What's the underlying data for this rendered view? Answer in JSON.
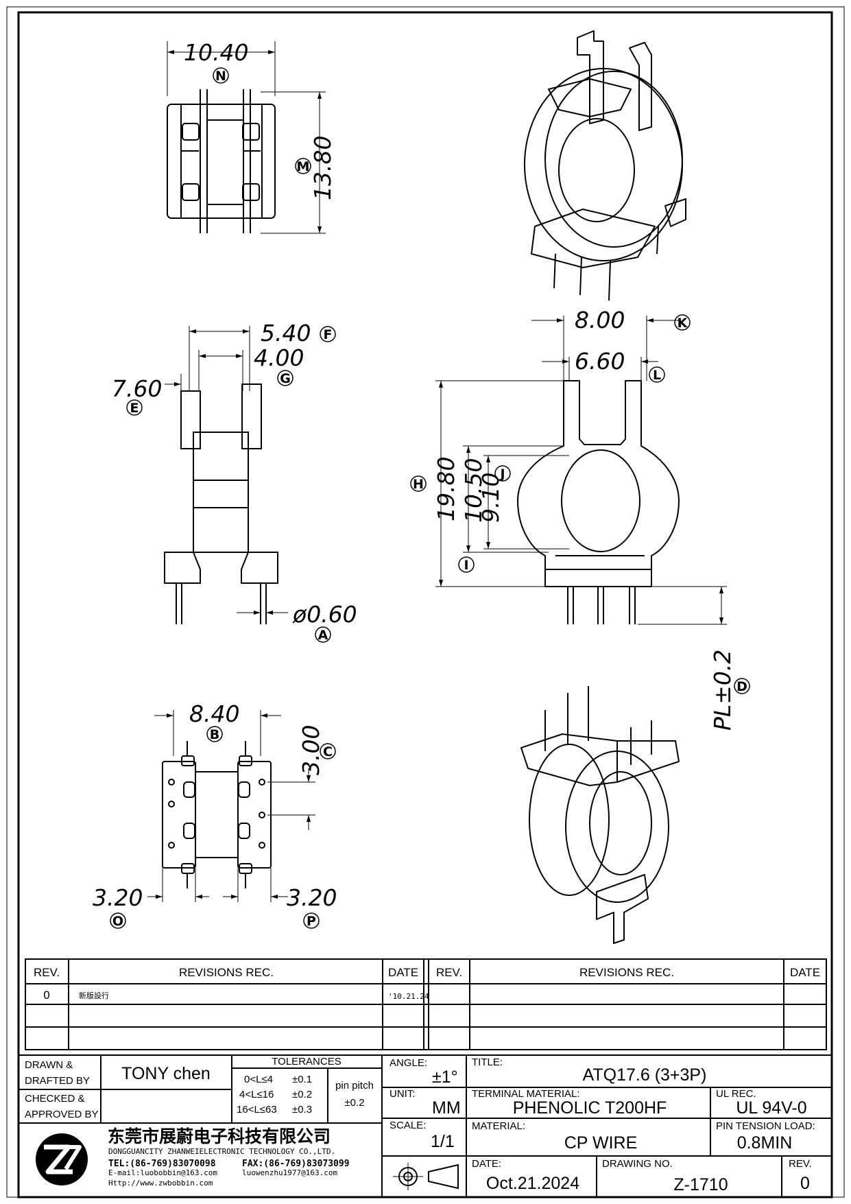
{
  "dimensions": {
    "d_10_40": "10.40",
    "d_13_80": "13.80",
    "d_5_40": "5.40",
    "d_4_00": "4.00",
    "d_7_60": "7.60",
    "d_0_60": "ø0.60",
    "d_8_00": "8.00",
    "d_6_60": "6.60",
    "d_19_80": "19.80",
    "d_10_50": "10.50",
    "d_9_10": "9.10",
    "d_pl": "PL±0.2",
    "d_8_40": "8.40",
    "d_3_00": "3.00",
    "d_3_20_left": "3.20",
    "d_3_20_right": "3.20"
  },
  "labels": {
    "A": "A",
    "B": "B",
    "C": "C",
    "D": "D",
    "E": "E",
    "F": "F",
    "G": "G",
    "H": "H",
    "I": "I",
    "J": "J",
    "K": "K",
    "L": "L",
    "M": "M",
    "N": "N",
    "O": "O",
    "P": "P"
  },
  "revisions": {
    "header": {
      "rev": "REV.",
      "rec": "REVISIONS   REC.",
      "date": "DATE"
    },
    "rows": [
      {
        "rev": "0",
        "rec": "新版設行",
        "date": "'10.21.24"
      }
    ]
  },
  "title_block": {
    "drawn_label_1": "DRAWN &",
    "drawn_label_2": "DRAFTED BY",
    "drawn_by": "TONY chen",
    "checked_label_1": "CHECKED &",
    "checked_label_2": "APPROVED BY",
    "tolerances_label": "TOLERANCES",
    "tol_1": "0<L≤4",
    "tol_1v": "±0.1",
    "tol_2": "4<L≤16",
    "tol_2v": "±0.2",
    "tol_3": "16<L≤63",
    "tol_3v": "±0.3",
    "pin_pitch_label": "pin pitch",
    "pin_pitch": "±0.2",
    "angle_label": "ANGLE:",
    "angle": "±1°",
    "unit_label": "UNIT:",
    "unit": "MM",
    "scale_label": "SCALE:",
    "scale": "1/1",
    "title_label": "TITLE:",
    "title": "ATQ17.6  (3+3P)",
    "terminal_label": "TERMINAL MATERIAL:",
    "terminal": "PHENOLIC  T200HF",
    "ul_label": "UL REC.",
    "ul": "UL  94V-0",
    "material_label": "MATERIAL:",
    "material": "CP  WIRE",
    "pin_tension_label": "PIN TENSION LOAD:",
    "pin_tension": "0.8MIN",
    "date_label": "DATE:",
    "date": "Oct.21.2024",
    "drawing_no_label": "DRAWING NO.",
    "drawing_no": "Z-1710",
    "rev_label": "REV.",
    "rev": "0",
    "company_cn": "东莞市展蔚电子科技有限公司",
    "company_en": "DONGGUANCITY ZHANWEIELECTRONIC TECHNOLOGY CO.,LTD.",
    "tel": "TEL:(86-769)83070098",
    "fax": "FAX:(86-769)83073099",
    "email1": "E-mail:luobobbin@163.com",
    "email2": "luowenzhu1977@163.com",
    "http": "Http://www.zwbobbin.com"
  }
}
